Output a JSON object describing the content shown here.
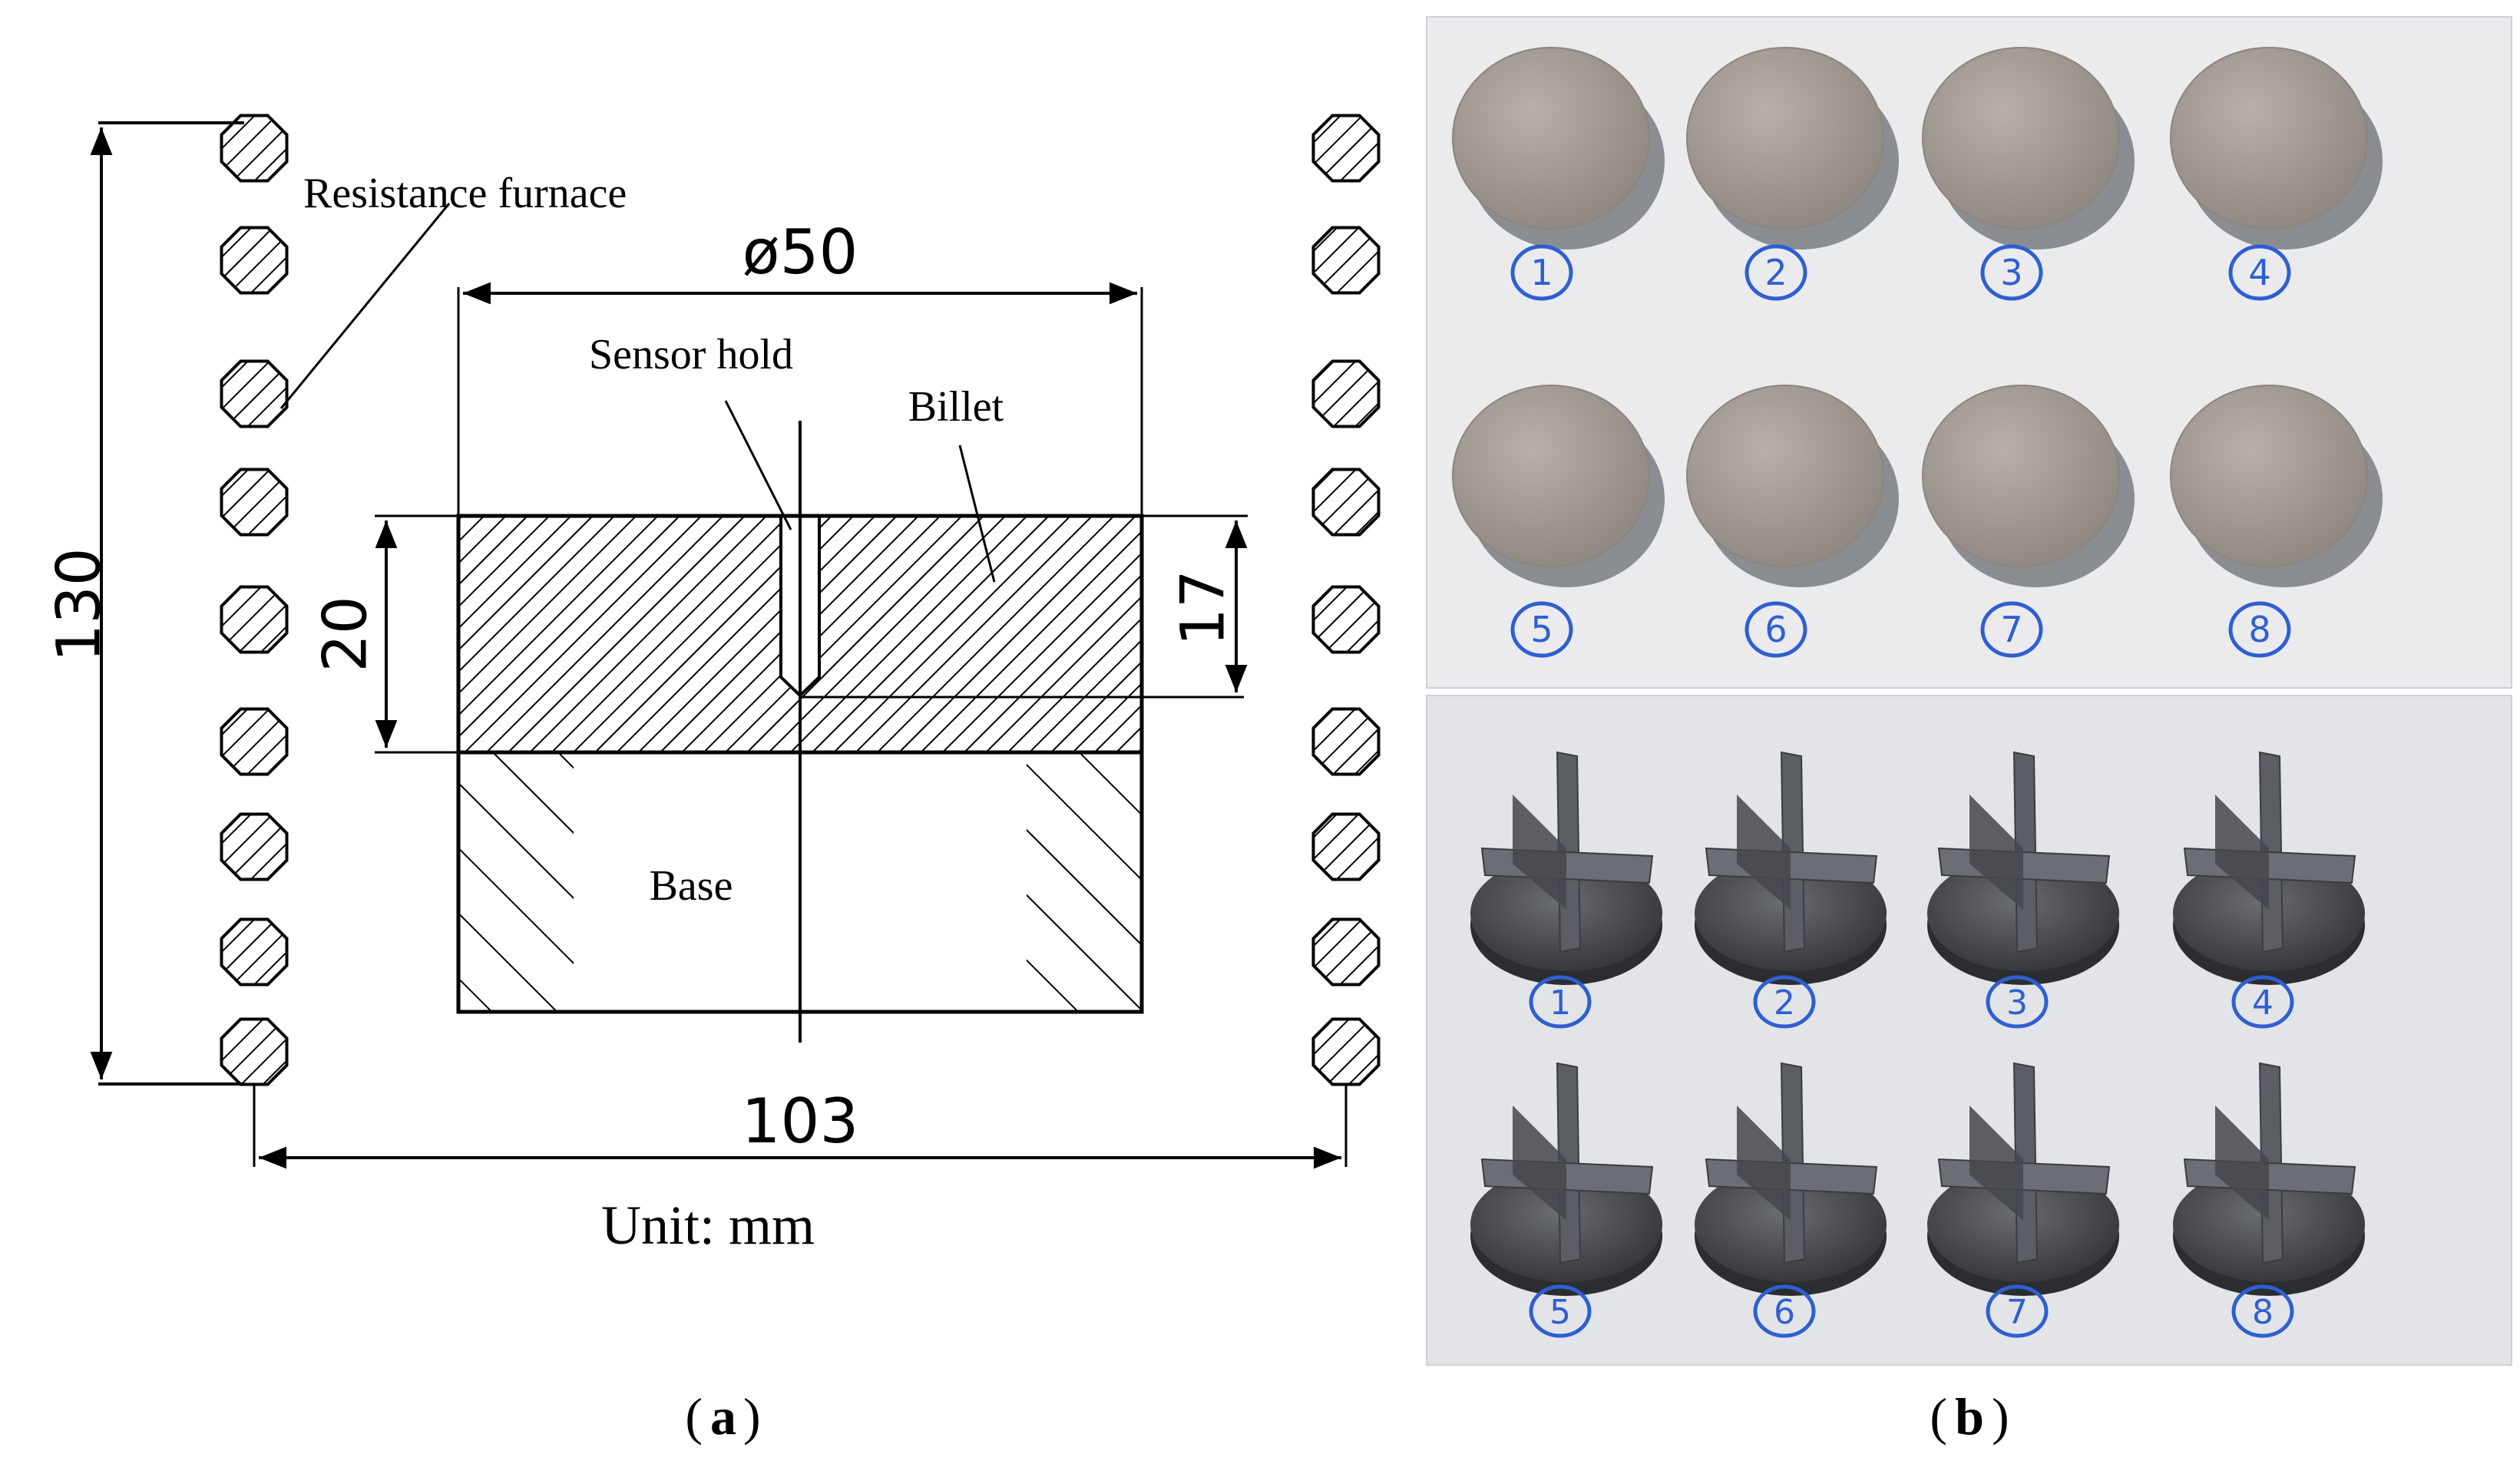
{
  "panel_a": {
    "labels": {
      "resistance_furnace": "Resistance furnace",
      "sensor_hold": "Sensor hold",
      "billet": "Billet",
      "base": "Base"
    },
    "dimensions": {
      "height_total": "130",
      "diameter": "ø50",
      "billet_height": "20",
      "sensor_depth": "17",
      "furnace_width": "103"
    },
    "unit": "Unit: mm",
    "caption_letter": "a"
  },
  "panel_b": {
    "billet_sample_numbers": [
      "1",
      "2",
      "3",
      "4",
      "5",
      "6",
      "7",
      "8"
    ],
    "joint_sample_numbers": [
      "1",
      "2",
      "3",
      "4",
      "5",
      "6",
      "7",
      "8"
    ],
    "caption_letter": "b"
  },
  "colors": {
    "ink": "#000000",
    "handwriting_blue": "#2f5fd0",
    "billet_gray": "#a49d96",
    "photo_background": "#ebebee",
    "metal_dark": "#4a4d52"
  }
}
